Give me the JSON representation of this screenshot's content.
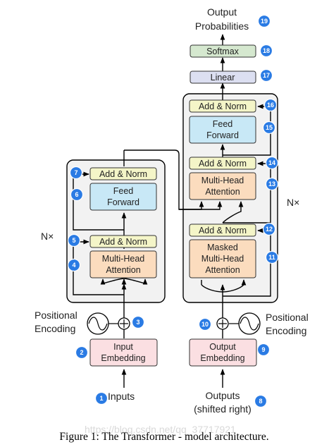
{
  "colors": {
    "stack_bg": "#f2f2f2",
    "add_norm": "#f4f5c8",
    "feed_forward": "#c8e8f6",
    "attention": "#fbdcbe",
    "embedding": "#fbdfe2",
    "linear": "#dcdff1",
    "softmax": "#d5e8cf",
    "badge": "#2a7be4"
  },
  "encoder": {
    "nx": "N×",
    "add_norm_top": "Add & Norm",
    "feed_forward": [
      "Feed",
      "Forward"
    ],
    "add_norm_bottom": "Add & Norm",
    "attention": [
      "Multi-Head",
      "Attention"
    ],
    "positional_encoding": [
      "Positional",
      "Encoding"
    ],
    "embedding": [
      "Input",
      "Embedding"
    ],
    "inputs": "Inputs"
  },
  "decoder": {
    "nx": "N×",
    "add_norm_top": "Add & Norm",
    "feed_forward": [
      "Feed",
      "Forward"
    ],
    "add_norm_mid": "Add & Norm",
    "cross_attention": [
      "Multi-Head",
      "Attention"
    ],
    "add_norm_bottom": "Add & Norm",
    "masked_attention": [
      "Masked",
      "Multi-Head",
      "Attention"
    ],
    "positional_encoding": [
      "Positional",
      "Encoding"
    ],
    "embedding": [
      "Output",
      "Embedding"
    ],
    "outputs": [
      "Outputs",
      "(shifted right)"
    ]
  },
  "head": {
    "linear": "Linear",
    "softmax": "Softmax",
    "output_probabilities": [
      "Output",
      "Probabilities"
    ]
  },
  "badges": [
    "1",
    "2",
    "3",
    "4",
    "5",
    "6",
    "7",
    "8",
    "9",
    "10",
    "11",
    "12",
    "13",
    "14",
    "15",
    "16",
    "17",
    "18",
    "19"
  ],
  "caption": "Figure 1: The Transformer - model architecture.",
  "watermark": "https://blog.csdn.net/qq_37717921"
}
